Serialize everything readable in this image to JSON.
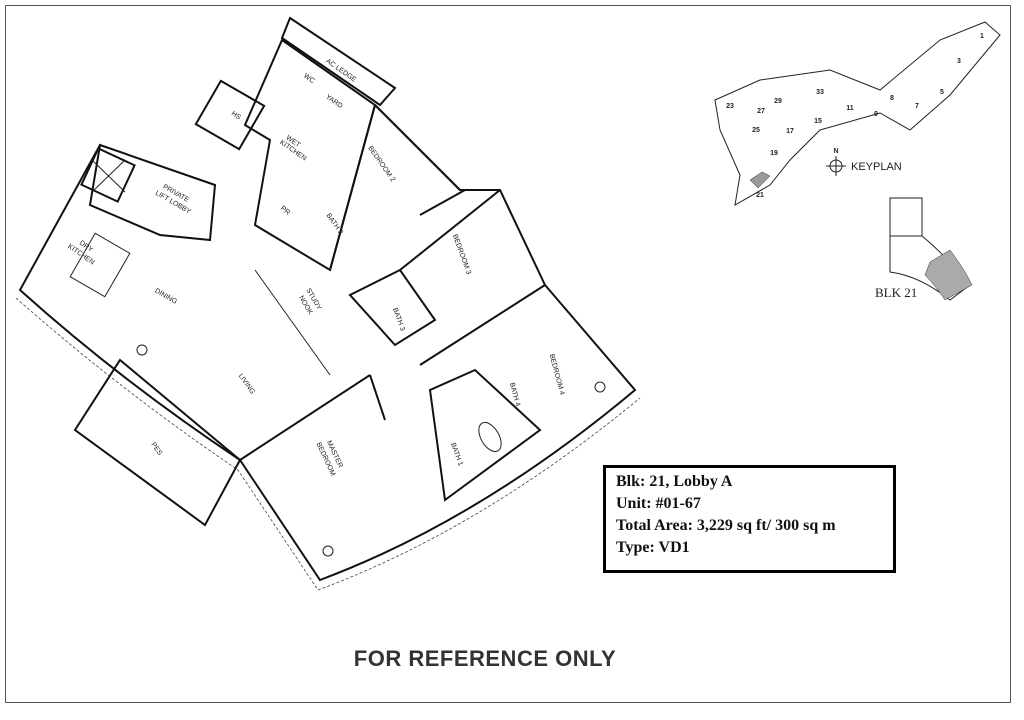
{
  "floor_plan": {
    "rooms": {
      "ac_ledge": "AC LEDGE",
      "wc": "WC",
      "yard": "YARD",
      "hs": "HS",
      "wet_kitchen_1": "WET",
      "wet_kitchen_2": "KITCHEN",
      "bedroom_2": "BEDROOM 2",
      "pr": "PR",
      "bath_2": "BATH 2",
      "lift_lobby_1": "PRIVATE",
      "lift_lobby_2": "LIFT LOBBY",
      "dry_kitchen_1": "DRY",
      "dry_kitchen_2": "KITCHEN",
      "dining": "DINING",
      "study_nook_1": "STUDY",
      "study_nook_2": "NOOK",
      "bedroom_3": "BEDROOM 3",
      "bath_3": "BATH 3",
      "living": "LIVING",
      "bedroom_4": "BEDROOM 4",
      "bath_4": "BATH 4",
      "pes": "PES",
      "master_bedroom_1": "MASTER",
      "master_bedroom_2": "BEDROOM",
      "bath_1": "BATH 1"
    }
  },
  "keyplan": {
    "label": "KEYPLAN",
    "compass_label": "N",
    "blocks": [
      "1",
      "3",
      "5",
      "7",
      "8",
      "9",
      "11",
      "15",
      "17",
      "19",
      "21",
      "23",
      "25",
      "27",
      "29",
      "33"
    ],
    "highlight_color": "#999999",
    "block_plan_label": "BLK 21"
  },
  "unit_info": {
    "block": "Blk: 21, Lobby A",
    "unit": "Unit: #01-67",
    "area": "Total Area: 3,229 sq ft/ 300 sq m",
    "type": "Type: VD1"
  },
  "footer": "FOR REFERENCE ONLY"
}
